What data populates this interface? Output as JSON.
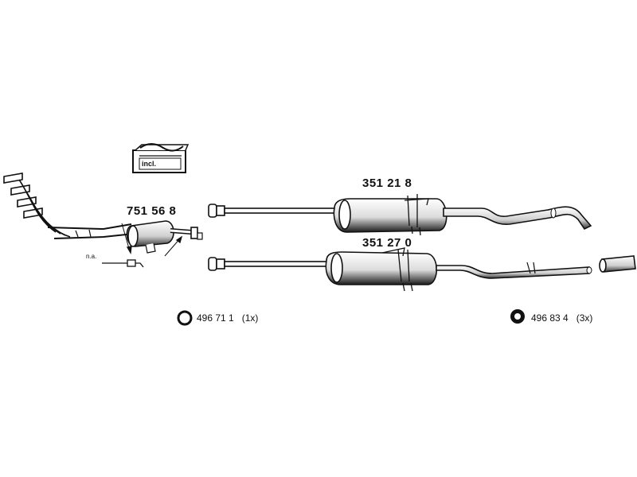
{
  "parts": {
    "manifold_cat": {
      "number": "751 56 8"
    },
    "front_muffler": {
      "number": "351 21 8"
    },
    "rear_muffler": {
      "number": "351 27 0"
    }
  },
  "kit": {
    "label": "incl."
  },
  "sensor": {
    "note": "n.a."
  },
  "legend": [
    {
      "number": "496 71 1",
      "qty": "(1x)",
      "icon": "ring-seal-icon"
    },
    {
      "number": "496 83 4",
      "qty": "(3x)",
      "icon": "rubber-mount-icon"
    }
  ]
}
